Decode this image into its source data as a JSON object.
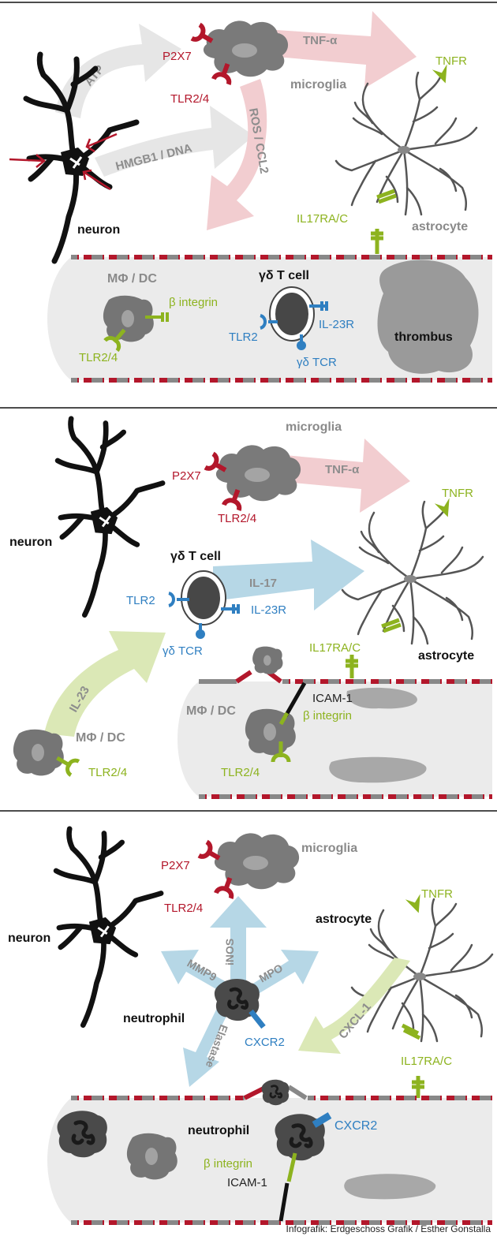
{
  "panel1": {
    "atp": "ATP",
    "hmgb1": "HMGB1 / DNA",
    "tnf": "TNF-α",
    "ros": "ROS / CCL2",
    "p2x7": "P2X7",
    "tlr24": "TLR2/4",
    "microglia": "microglia",
    "tnfr": "TNFR",
    "neuron": "neuron",
    "il17rac": "IL17RA/C",
    "astrocyte": "astrocyte",
    "mphi": "MΦ / DC",
    "beta_integrin": "β integrin",
    "mphi_tlr": "TLR2/4",
    "gd_title": "γδ T cell",
    "tlr2": "TLR2",
    "il23r": "IL-23R",
    "gdtcr": "γδ TCR",
    "thrombus": "thrombus"
  },
  "panel2": {
    "microglia": "microglia",
    "p2x7": "P2X7",
    "tnf": "TNF-α",
    "tlr24": "TLR2/4",
    "tnfr": "TNFR",
    "neuron": "neuron",
    "gd_title": "γδ T cell",
    "il17": "IL-17",
    "tlr2": "TLR2",
    "il23r": "IL-23R",
    "gdtcr": "γδ TCR",
    "il17rac": "IL17RA/C",
    "astrocyte": "astrocyte",
    "il23": "IL-23",
    "icam": "ICAM-1",
    "mphi_vessel": "MΦ / DC",
    "beta_integrin": "β integrin",
    "mphi_left": "MΦ / DC",
    "tlr24_left": "TLR2/4",
    "tlr24_vessel": "TLR2/4"
  },
  "panel3": {
    "microglia": "microglia",
    "p2x7": "P2X7",
    "tlr24": "TLR2/4",
    "tnfr": "TNFR",
    "astrocyte": "astrocyte",
    "neuron": "neuron",
    "mmp9": "MMP9",
    "inos": "iNOS",
    "mpo": "MPO",
    "elastase": "Elastase",
    "neutrophil": "neutrophil",
    "cxcr2": "CXCR2",
    "cxcl1": "CXCL-1",
    "il17rac": "IL17RA/C",
    "neutrophil_vessel": "neutrophil",
    "cxcr2_vessel": "CXCR2",
    "beta_integrin": "β integrin",
    "icam": "ICAM-1"
  },
  "credit": "Infografik: Erdgeschoss Grafik / Esther Gonstalla",
  "colors": {
    "red": "#b3172b",
    "green": "#8db31f",
    "blue": "#2f7fc1",
    "cell_gray": "#777777",
    "neuron": "#111111",
    "arrow_pink": "#f2cdd0",
    "arrow_gray": "#e6e6e6",
    "arrow_blue": "#b6d7e6",
    "arrow_green": "#dbe8b6"
  }
}
